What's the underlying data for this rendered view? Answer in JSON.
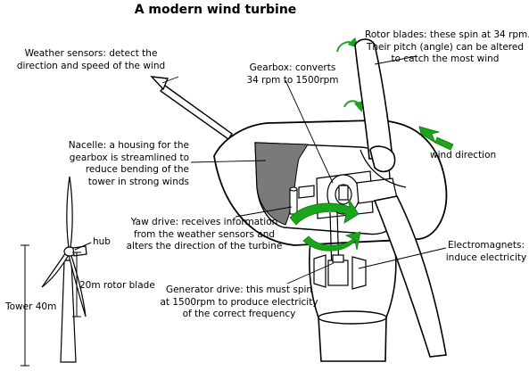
{
  "title": "A modern wind turbine",
  "labels": {
    "weather_sensors": "Weather sensors: detect the\ndirection and speed of the wind",
    "gearbox": "Gearbox: converts\n34 rpm to 1500rpm",
    "rotor_blades": "Rotor blades: these spin at 34 rpm.\nTheir pitch (angle) can be altered\nto catch the most wind",
    "nacelle": "Nacelle: a housing for the\ngearbox is streamlined to\nreduce bending of the\ntower in strong winds",
    "wind_direction": "wind direction",
    "yaw_drive": "Yaw drive: receives information\nfrom the weather sensors and\nalters the direction of the turbine",
    "electromagnets": "Electromagnets:\ninduce electricity",
    "generator_drive": "Generator drive: this must spin\nat 1500rpm to produce electricity\nof the correct frequency",
    "hub": "hub",
    "rotor_blade_length": "20m rotor blade",
    "tower_height": "Tower 40m"
  },
  "colors": {
    "arrow_green": "#1aa51a",
    "line": "#000000",
    "shadow": "#7a7a7a",
    "fill": "#ffffff"
  },
  "icons": {
    "spin_arrow": "curved-rotation-arrow",
    "wind_arrow": "green-arrow"
  }
}
